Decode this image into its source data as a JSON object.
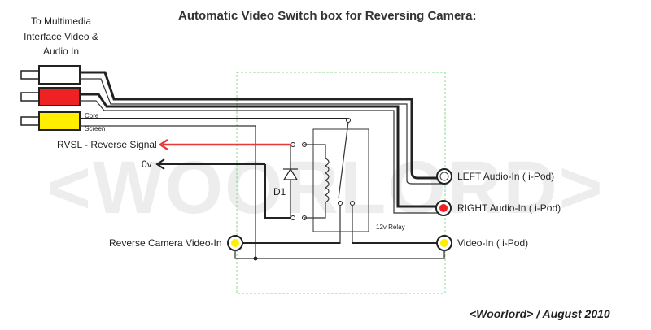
{
  "diagram": {
    "title": "Automatic Video Switch box for Reversing Camera:",
    "multimedia_label": [
      "To Multimedia",
      "Interface Video &",
      "Audio In"
    ],
    "core_label": "Core",
    "screen_label": "Screen",
    "rvsl_label": "RVSL - Reverse Signal",
    "ov_label": "0v",
    "diode_label": "D1",
    "relay_label": "12v Relay",
    "left_audio_label": "LEFT  Audio-In  ( i-Pod)",
    "right_audio_label": "RIGHT Audio-In  ( i-Pod)",
    "video_in_label": "Video-In  ( i-Pod)",
    "camera_label": "Reverse Camera Video-In",
    "credit": "<Woorlord> / August 2010",
    "watermark": "<WOORLORD>"
  },
  "colors": {
    "signal_red": "#e83a3a",
    "plug_white": "#ffffff",
    "plug_red": "#ee2222",
    "plug_yellow": "#ffee00",
    "box_border": "#8fd48f"
  },
  "icons": {
    "diode": "diode-symbol",
    "relay": "relay-coil-symbol",
    "rca": "rca-plug-icon",
    "socket": "rca-socket-icon"
  }
}
